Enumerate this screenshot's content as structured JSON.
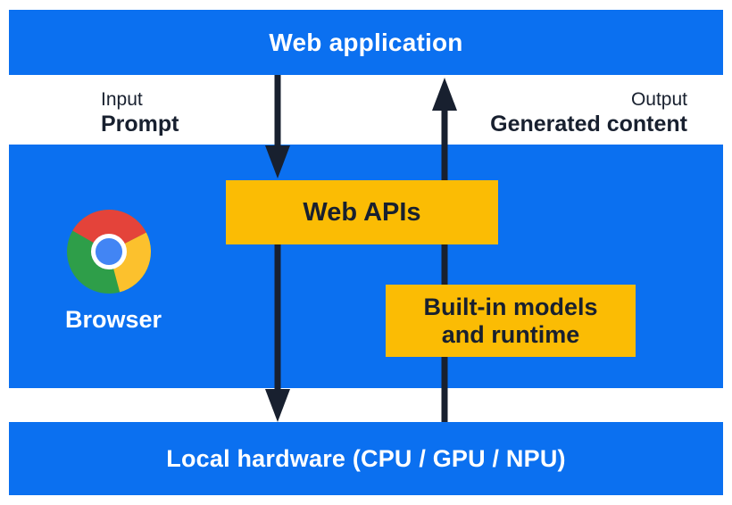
{
  "palette": {
    "band_blue": "#0B70F0",
    "box_yellow": "#FBBC04",
    "ink_navy": "#18202F",
    "white": "#FFFFFF",
    "chrome_logo": {
      "red": "#E4433A",
      "yellow": "#FCC12D",
      "green": "#2E9E49",
      "center_blue": "#4285F4",
      "ring_white": "#FFFFFF"
    }
  },
  "top_bar": {
    "label": "Web application"
  },
  "flow_labels": {
    "input": {
      "small": "Input",
      "big": "Prompt"
    },
    "output": {
      "small": "Output",
      "big": "Generated content"
    }
  },
  "browser": {
    "label": "Browser",
    "icon": "chrome-logo-icon"
  },
  "boxes": {
    "web_apis": {
      "label": "Web APIs"
    },
    "builtin": {
      "line1": "Built-in models",
      "line2": "and runtime"
    }
  },
  "bottom_bar": {
    "label": "Local hardware (CPU / GPU / NPU)"
  },
  "arrows": {
    "down": "web-application-to-web-apis-to-hardware",
    "up": "hardware-to-web-application"
  }
}
